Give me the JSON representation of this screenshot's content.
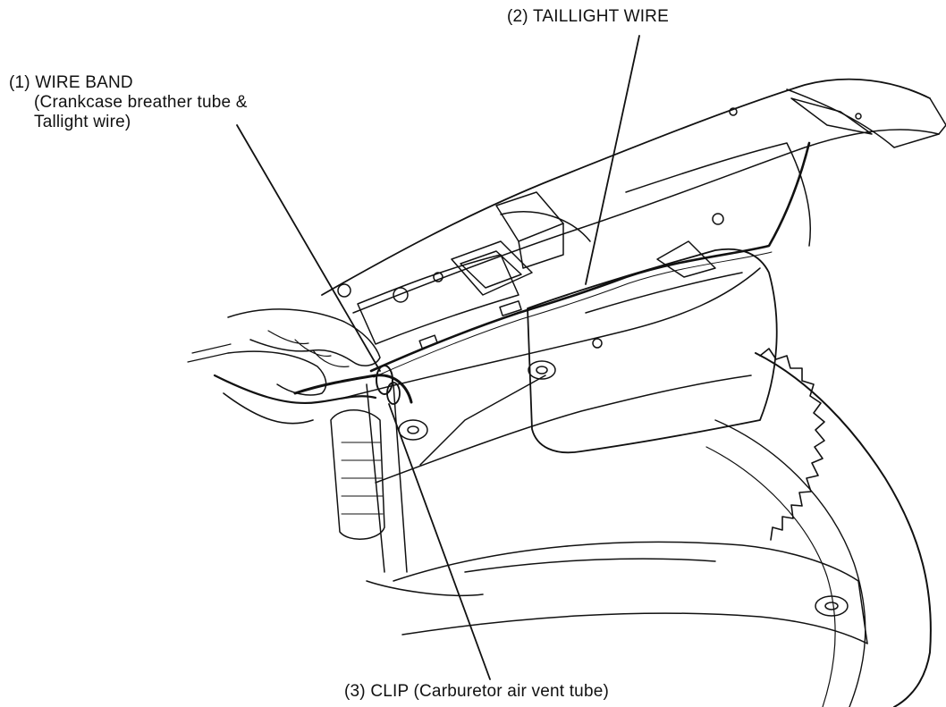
{
  "colors": {
    "ink": "#111111",
    "paper": "#ffffff",
    "shade": "#dddddd"
  },
  "callouts": {
    "wire_band": {
      "number": "(1)",
      "title": "WIRE BAND",
      "line2": "(Crankcase breather tube &",
      "line3": "Tallight wire)"
    },
    "taillight_wire": {
      "number": "(2)",
      "title": "TAILLIGHT WIRE"
    },
    "clip": {
      "number": "(3)",
      "title": "CLIP (Carburetor air vent tube)"
    }
  }
}
